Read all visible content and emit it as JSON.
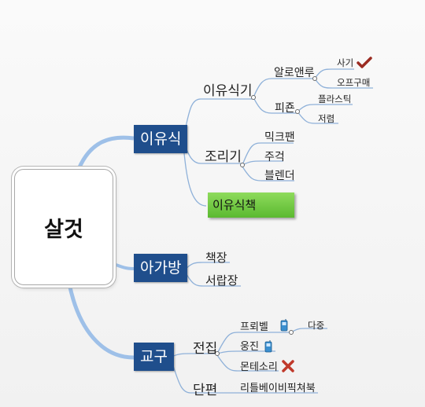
{
  "root": {
    "label": "살것"
  },
  "branches": {
    "b1": {
      "label": "이유식",
      "feeder": {
        "label": "이유식기",
        "aloha": {
          "label": "알로앤루",
          "buy": "사기",
          "offline": "오프구매"
        },
        "pigeon": {
          "label": "피죤",
          "plastic": "플라스틱",
          "cheap": "저렴"
        }
      },
      "cooker": {
        "label": "조리기",
        "mixer": "믹크팬",
        "masher": "주걱",
        "blender": "블렌더"
      },
      "book": {
        "label": "이유식책"
      }
    },
    "b2": {
      "label": "아가방",
      "bookshelf": "책장",
      "drawer": "서랍장"
    },
    "b3": {
      "label": "교구",
      "full": {
        "label": "전집",
        "froebel": {
          "label": "프뢰벨",
          "multi": "다중"
        },
        "woongjin": {
          "label": "웅진"
        },
        "montessori": {
          "label": "몬테소리"
        }
      },
      "single": {
        "label": "단편",
        "rittle": "리틀베이비픽쳐북"
      }
    }
  },
  "colors": {
    "branch_fill": "#1f4e8c",
    "book_fill": "#6cc63e",
    "connector": "#8fb1d9",
    "check": "#9b2c22",
    "cross": "#c0392b"
  },
  "icons": {
    "check": "checkmark-icon",
    "cross": "cross-icon",
    "phone": "phone-icon"
  }
}
